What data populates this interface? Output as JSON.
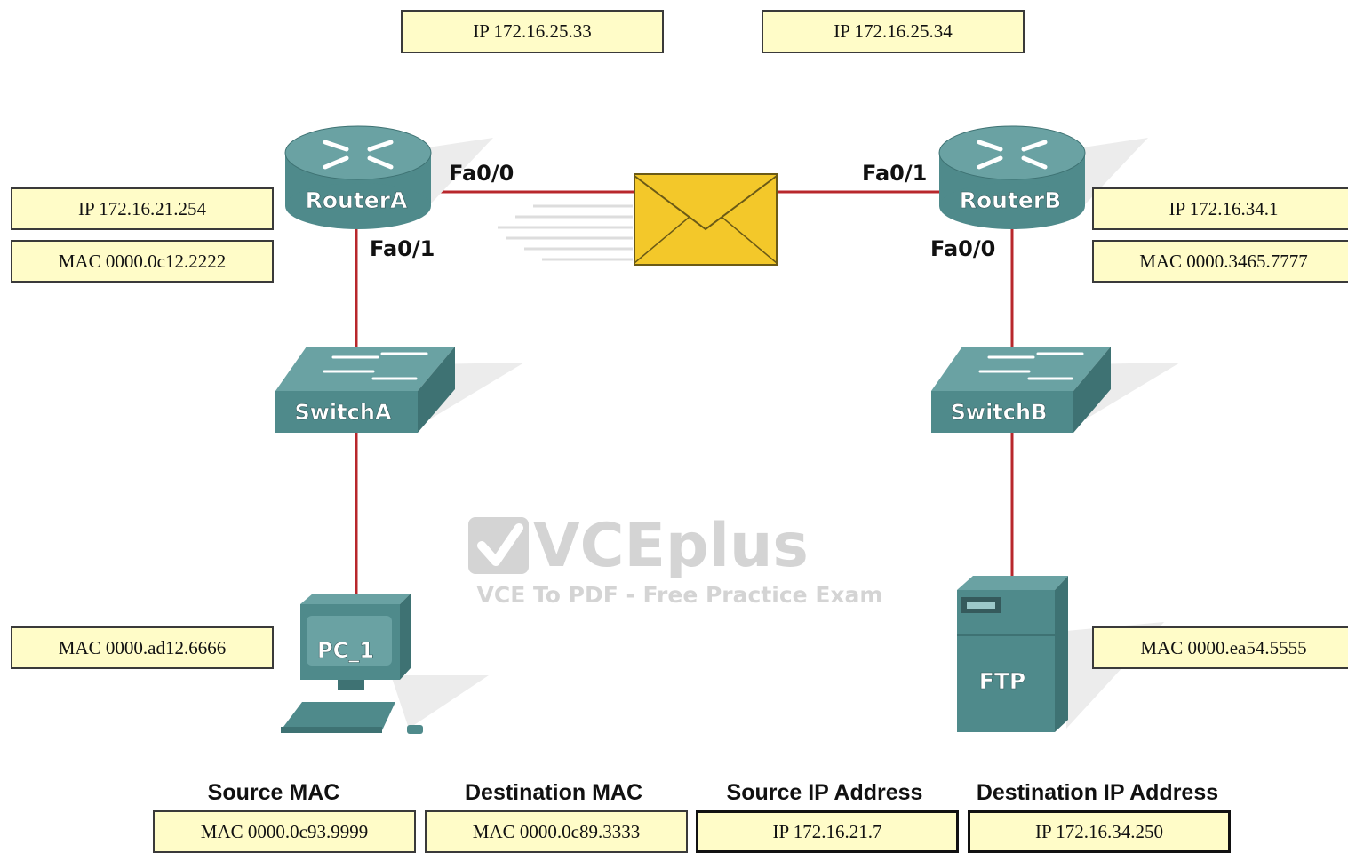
{
  "top_ips": {
    "left": "IP 172.16.25.33",
    "right": "IP 172.16.25.34"
  },
  "router_a": {
    "label": "RouterA",
    "port_top": "Fa0/0",
    "port_bottom": "Fa0/1",
    "ip": "IP 172.16.21.254",
    "mac": "MAC 0000.0c12.2222"
  },
  "router_b": {
    "label": "RouterB",
    "port_top": "Fa0/1",
    "port_bottom": "Fa0/0",
    "ip": "IP 172.16.34.1",
    "mac": "MAC 0000.3465.7777"
  },
  "switch_a": {
    "label": "SwitchA"
  },
  "switch_b": {
    "label": "SwitchB"
  },
  "pc": {
    "label": "PC_1",
    "mac": "MAC 0000.ad12.6666"
  },
  "ftp": {
    "label": "FTP",
    "mac": "MAC 0000.ea54.5555"
  },
  "packet": {
    "headers": {
      "source_mac": "Source MAC",
      "dest_mac": "Destination MAC",
      "source_ip": "Source IP Address",
      "dest_ip": "Destination IP Address"
    },
    "values": {
      "source_mac": "MAC 0000.0c93.9999",
      "dest_mac": "MAC 0000.0c89.3333",
      "source_ip": "IP 172.16.21.7",
      "dest_ip": "IP 172.16.34.250"
    }
  },
  "watermark": {
    "brand": "VCEplus",
    "tagline": "VCE To PDF - Free Practice Exam"
  },
  "colors": {
    "link": "#b8272c",
    "device": "#4f8a8b",
    "label_fill": "#fffcc8",
    "envelope": "#f3c82a"
  }
}
